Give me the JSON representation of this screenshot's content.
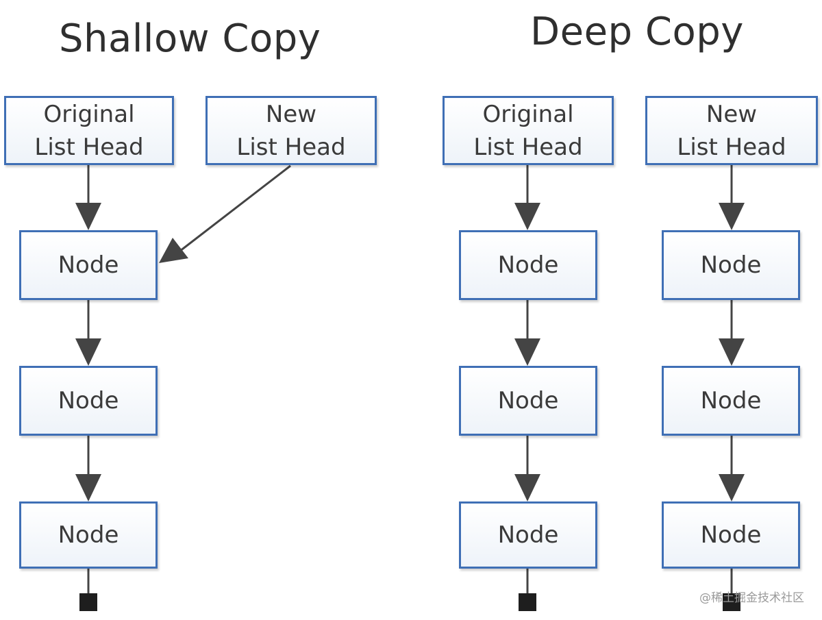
{
  "shallow": {
    "title": "Shallow Copy",
    "original_head": [
      "Original",
      "List Head"
    ],
    "new_head": [
      "New",
      "List Head"
    ],
    "nodes": [
      "Node",
      "Node",
      "Node"
    ]
  },
  "deep": {
    "title": "Deep Copy",
    "original_head": [
      "Original",
      "List Head"
    ],
    "new_head": [
      "New",
      "List Head"
    ],
    "original_nodes": [
      "Node",
      "Node",
      "Node"
    ],
    "new_nodes": [
      "Node",
      "Node",
      "Node"
    ]
  },
  "watermark": "@稀土掘金技术社区",
  "colors": {
    "box_border": "#3f6fb5",
    "arrow": "#444444",
    "terminator": "#1e1e1e"
  }
}
